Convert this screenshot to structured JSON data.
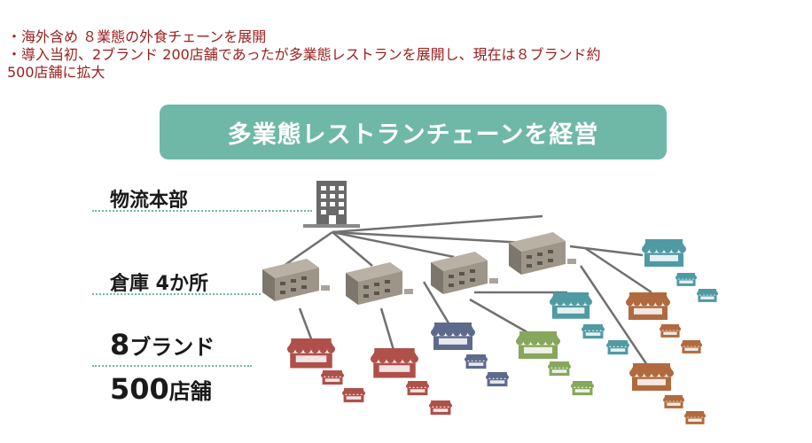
{
  "bullets": [
    "・海外含め ８業態の外食チェーンを展開",
    "・導入当初、2ブランド 200店舗であったが多業態レストランを展開し、現在は８ブランド約",
    "500店舗に拡大"
  ],
  "banner": "多業態レストランチェーンを経営",
  "labels": {
    "hq": "物流本部",
    "warehouse": "倉庫 4か所",
    "brand_num": "8",
    "brand_text": "ブランド",
    "stores_num": "500",
    "stores_text": "店舗"
  },
  "colors": {
    "red": "#b0504a",
    "blue": "#5e6a8c",
    "green": "#86a75c",
    "teal": "#4f9aa3",
    "orange": "#b06a3e",
    "accent": "#6fb8a7",
    "text_red": "#9b1d1d"
  }
}
